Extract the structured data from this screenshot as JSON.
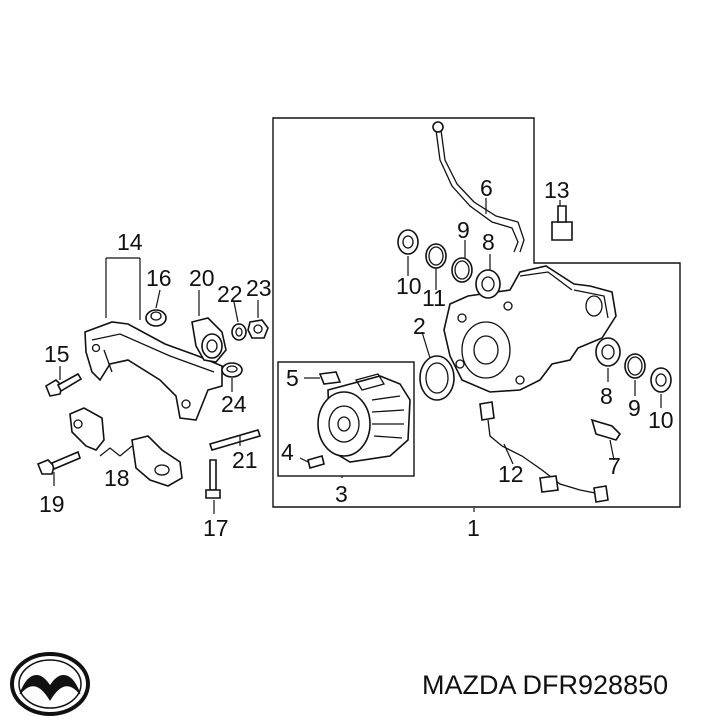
{
  "brand": {
    "name": "MAZDA",
    "part_number": "DFR928850"
  },
  "callouts": {
    "c1": "1",
    "c2": "2",
    "c3": "3",
    "c4": "4",
    "c5": "5",
    "c6": "6",
    "c7": "7",
    "c8a": "8",
    "c8b": "8",
    "c9a": "9",
    "c9b": "9",
    "c10a": "10",
    "c10b": "10",
    "c11": "11",
    "c12": "12",
    "c13": "13",
    "c14": "14",
    "c15": "15",
    "c16": "16",
    "c17": "17",
    "c18": "18",
    "c19": "19",
    "c20": "20",
    "c21": "21",
    "c22": "22",
    "c23": "23",
    "c24": "24"
  },
  "colors": {
    "line": "#111111",
    "background": "#ffffff"
  }
}
